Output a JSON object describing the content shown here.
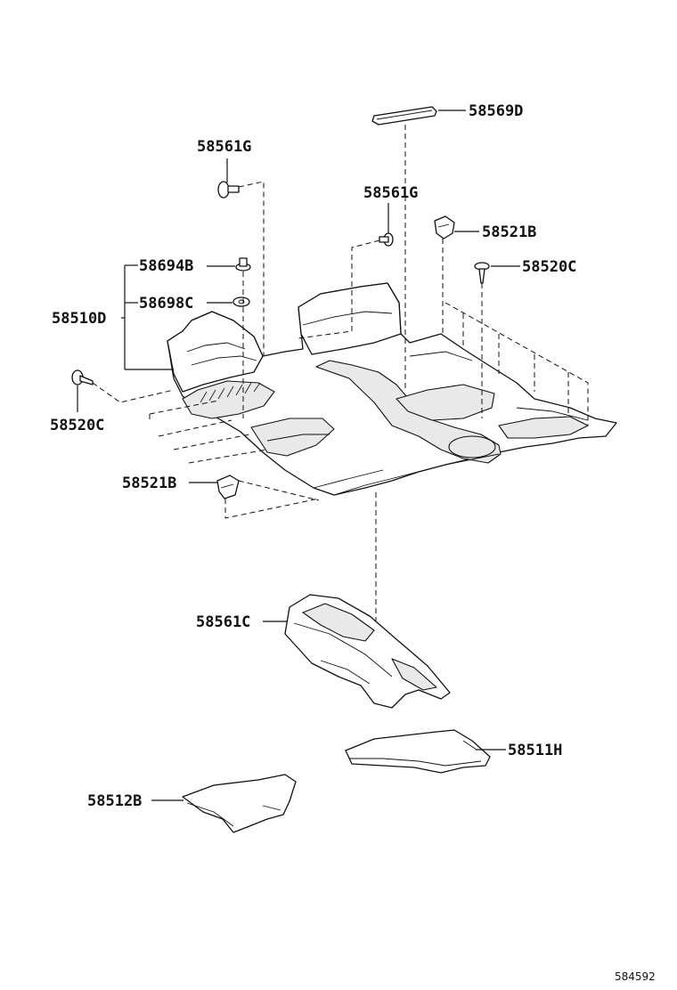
{
  "labels": {
    "p58569D": "58569D",
    "p58561G_a": "58561G",
    "p58561G_b": "58561G",
    "p58521B_a": "58521B",
    "p58694B": "58694B",
    "p58520C_a": "58520C",
    "p58698C": "58698C",
    "p58510D": "58510D",
    "p58520C_b": "58520C",
    "p58521B_b": "58521B",
    "p58561C": "58561C",
    "p58511H": "58511H",
    "p58512B": "58512B"
  },
  "figure_id": "584592"
}
